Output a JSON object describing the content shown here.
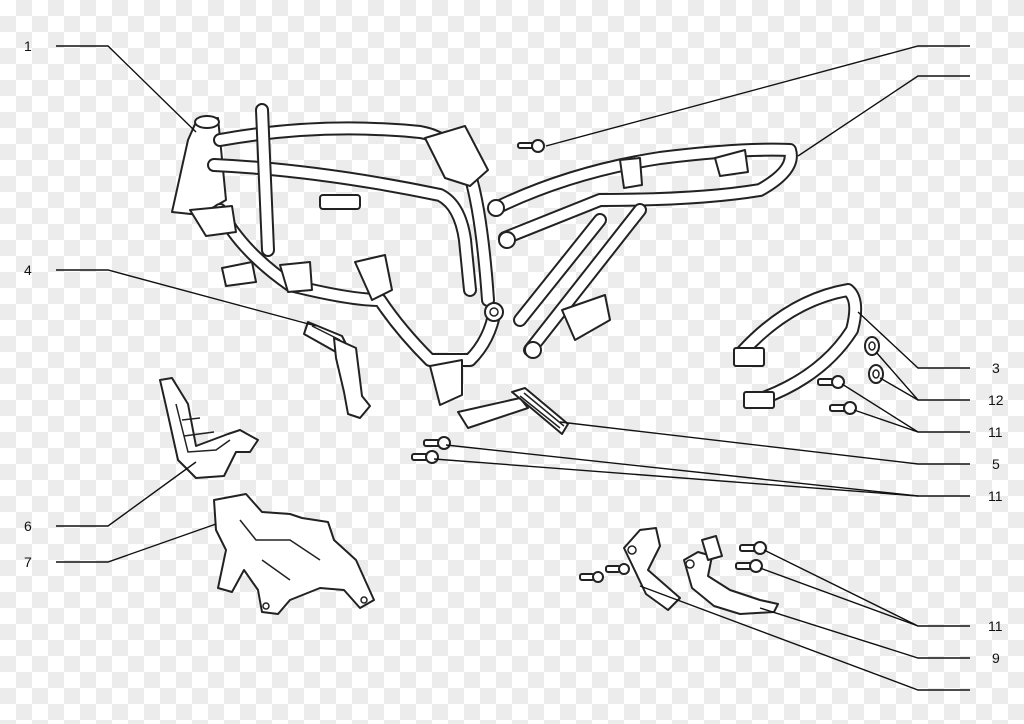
{
  "callouts": [
    {
      "id": "c1",
      "label": "1"
    },
    {
      "id": "c2",
      "label": ""
    },
    {
      "id": "c2b",
      "label": ""
    },
    {
      "id": "c3",
      "label": "3"
    },
    {
      "id": "c4",
      "label": "4"
    },
    {
      "id": "c5",
      "label": "5"
    },
    {
      "id": "c6",
      "label": "6"
    },
    {
      "id": "c7",
      "label": "7"
    },
    {
      "id": "c9",
      "label": "9"
    },
    {
      "id": "c11a",
      "label": "11"
    },
    {
      "id": "c11b",
      "label": "11"
    },
    {
      "id": "c11c",
      "label": "11"
    },
    {
      "id": "c12",
      "label": "12"
    },
    {
      "id": "c13",
      "label": ""
    }
  ],
  "colors": {
    "line": "#222222",
    "checker": "#ececec"
  }
}
